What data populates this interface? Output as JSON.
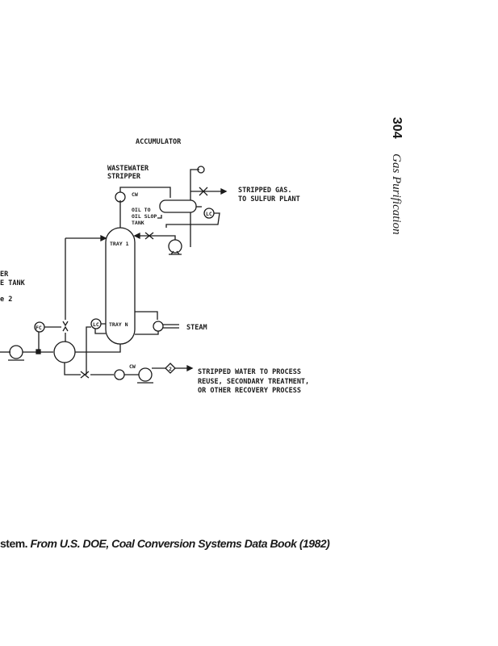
{
  "header": {
    "page_number": "304",
    "book_title": "Gas Purification"
  },
  "diagram": {
    "labels": {
      "accumulator": "ACCUMULATOR",
      "stripper_line1": "WASTEWATER",
      "stripper_line2": "STRIPPER",
      "cw_top": "CW",
      "oil1": "OIL TO",
      "oil2": "OIL SLOP",
      "oil3": "TANK",
      "gas1": "STRIPPED GAS.",
      "gas2": "TO SULFUR PLANT",
      "tray1": "TRAY 1",
      "trayn": "TRAY N",
      "steam": "STEAM",
      "left1": "ER",
      "left2": "E TANK",
      "left3": "e 2",
      "fc": "FC",
      "lc1": "LC",
      "lc2": "LC",
      "cw_bottom": "CW",
      "sample": "2",
      "water1": "STRIPPED WATER TO PROCESS",
      "water2": "REUSE, SECONDARY TREATMENT,",
      "water3": "OR OTHER RECOVERY PROCESS"
    }
  },
  "caption": {
    "prefix": "stem.",
    "source": "From U.S. DOE, Coal Conversion Systems Data Book (1982)"
  }
}
